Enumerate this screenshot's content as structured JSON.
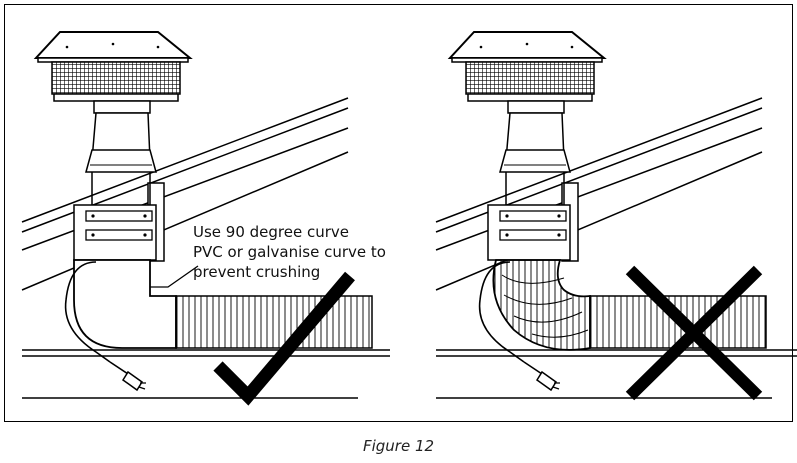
{
  "annotation": {
    "line1": "Use 90 degree curve",
    "line2": "PVC or galvanise curve to",
    "line3": "prevent crushing"
  },
  "caption": "Figure 12",
  "panels": [
    {
      "name": "correct-installation",
      "mark": "check"
    },
    {
      "name": "incorrect-installation",
      "mark": "cross"
    }
  ],
  "colors": {
    "line": "#000000",
    "background": "#ffffff"
  }
}
